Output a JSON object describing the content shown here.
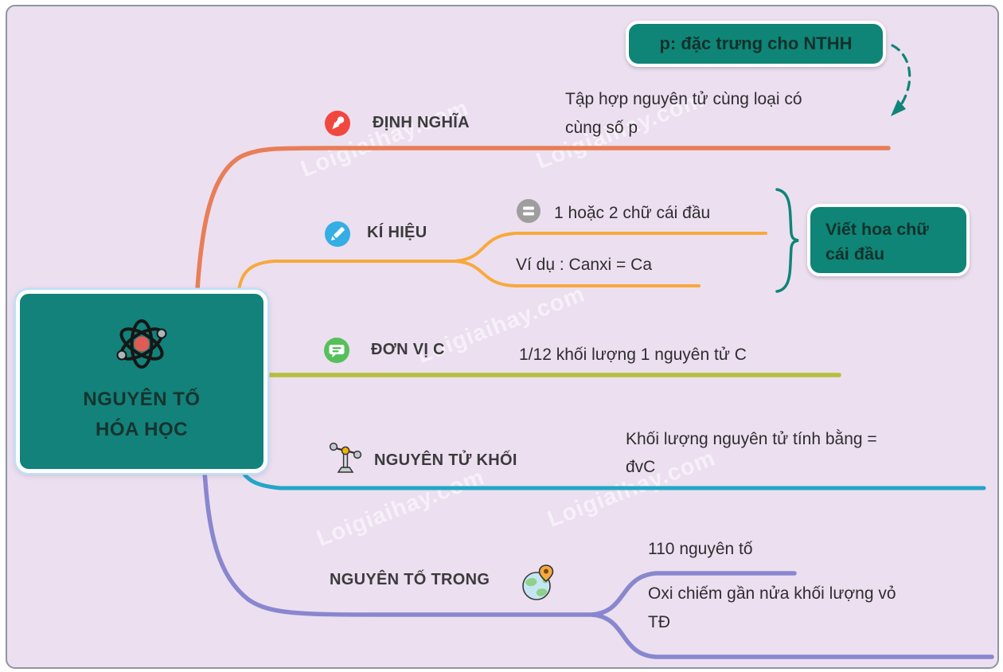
{
  "page": {
    "watermark": "Loigiaihay.com",
    "background_color": "#ECDFF0"
  },
  "root": {
    "title": "NGUYÊN TỐ\nHÓA HỌC",
    "icon": "atom-icon",
    "color": "#12827A"
  },
  "branches": [
    {
      "label": "ĐỊNH NGHĨA",
      "icon": "pushpin-icon",
      "icon_color": "#F2473F",
      "line_color": "#E87E57",
      "children": [
        {
          "text": "Tập hợp nguyên tử cùng loại có\ncùng số p"
        }
      ],
      "callout": {
        "text": "p: đặc trưng cho NTHH",
        "bg": "#0E8577",
        "arrow": "dashed-curved-arrow"
      }
    },
    {
      "label": "KÍ HIỆU",
      "icon": "pencil-icon",
      "icon_color": "#34AEE3",
      "line_color": "#F7A93C",
      "children": [
        {
          "icon": "equals-icon",
          "icon_color": "#9E9E9E",
          "text": "1 hoặc 2 chữ cái đầu"
        },
        {
          "text": "Ví dụ : Canxi = Ca"
        }
      ],
      "callout": {
        "text": "Viết hoa chữ\ncái đầu",
        "bg": "#0E8577",
        "brace_color": "#0E8577"
      }
    },
    {
      "label": "ĐƠN VỊ C",
      "icon": "chat-bubble-icon",
      "icon_color": "#55C05B",
      "line_color": "#B8BE3C",
      "children": [
        {
          "text": "1/12 khối lượng 1 nguyên tử C"
        }
      ]
    },
    {
      "label": "NGUYÊN TỬ KHỐI",
      "icon": "balance-scale-icon",
      "line_color": "#23A6C6",
      "children": [
        {
          "text": "Khối lượng nguyên tử tính bằng =\nđvC"
        }
      ]
    },
    {
      "label": "NGUYÊN TỐ TRONG",
      "icon": "globe-pin-icon",
      "line_color": "#8887CE",
      "children": [
        {
          "text": "110 nguyên tố"
        },
        {
          "text": "Oxi chiếm gần nửa khối lượng vỏ\nTĐ"
        }
      ]
    }
  ]
}
